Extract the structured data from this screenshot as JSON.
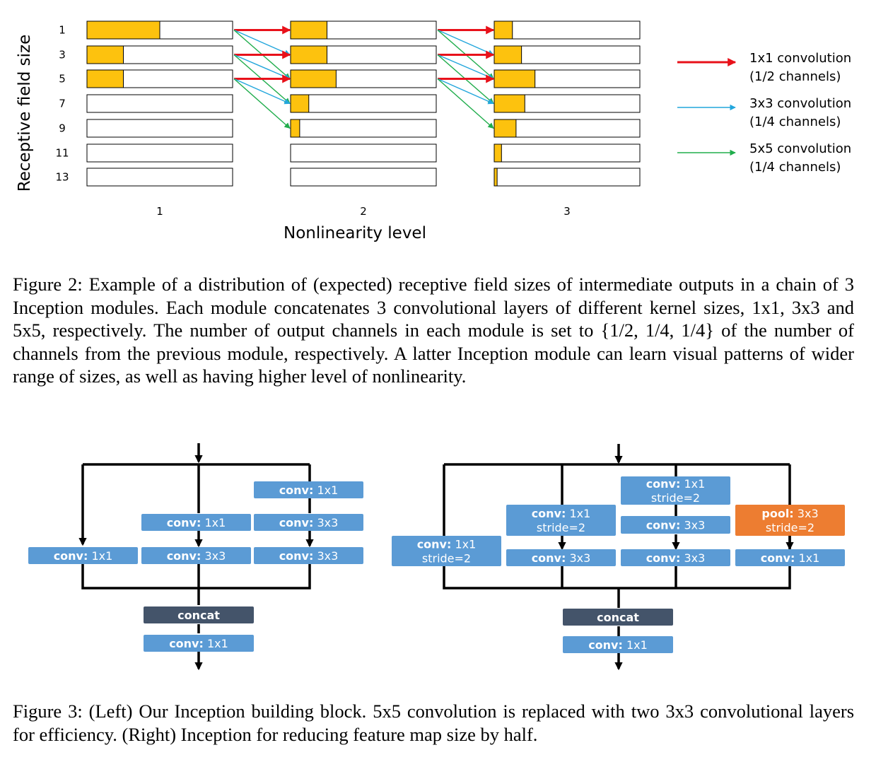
{
  "figure2": {
    "y_axis_label": "Receptive field size",
    "x_axis_label": "Nonlinearity level",
    "row_labels": [
      "1",
      "3",
      "5",
      "7",
      "9",
      "11",
      "13"
    ],
    "column_labels": [
      "1",
      "2",
      "3"
    ],
    "fill_fractions": [
      [
        0.5,
        0.25,
        0.25,
        0,
        0,
        0,
        0
      ],
      [
        0.25,
        0.25,
        0.3125,
        0.125,
        0.0625,
        0,
        0
      ],
      [
        0.125,
        0.1875,
        0.28,
        0.21,
        0.15,
        0.05,
        0.02
      ]
    ],
    "legend": [
      {
        "line1": "1x1 convolution",
        "line2": "(1/2 channels)",
        "color": "#e8111a"
      },
      {
        "line1": "3x3 convolution",
        "line2": "(1/4 channels)",
        "color": "#22a6dc"
      },
      {
        "line1": "5x5 convolution",
        "line2": "(1/4 channels)",
        "color": "#20ad4c"
      }
    ],
    "colors": {
      "fill": "#fdc20e",
      "arrow_1x1": "#e8111a",
      "arrow_3x3": "#22a6dc",
      "arrow_5x5": "#20ad4c"
    },
    "caption_label": "Figure 2:",
    "caption_text": "Example of a distribution of (expected) receptive field sizes of intermediate outputs in a chain of 3 Inception modules. Each module concatenates 3 convolutional layers of different kernel sizes, 1x1, 3x3 and 5x5, respectively. The number of output channels in each module is set to {1/2, 1/4, 1/4} of the number of channels from the previous module, respectively. A latter Inception module can learn visual patterns of wider range of sizes, as well as having higher level of nonlinearity."
  },
  "figure3": {
    "left_block": {
      "boxes": [
        {
          "id": "l-c3-top",
          "bold": "conv:",
          "rest": " 1x1"
        },
        {
          "id": "l-c2-mid",
          "bold": "conv:",
          "rest": " 1x1"
        },
        {
          "id": "l-c3-mid",
          "bold": "conv:",
          "rest": " 3x3"
        },
        {
          "id": "l-c1-bot",
          "bold": "conv:",
          "rest": " 1x1"
        },
        {
          "id": "l-c2-bot",
          "bold": "conv:",
          "rest": " 3x3"
        },
        {
          "id": "l-c3-bot",
          "bold": "conv:",
          "rest": " 3x3"
        },
        {
          "id": "l-concat",
          "bold": "concat",
          "rest": ""
        },
        {
          "id": "l-final",
          "bold": "conv:",
          "rest": " 1x1"
        }
      ]
    },
    "right_block": {
      "boxes": [
        {
          "id": "r-c3-top",
          "bold": "conv:",
          "rest": " 1x1",
          "line2": "stride=2"
        },
        {
          "id": "r-c2-mid",
          "bold": "conv:",
          "rest": " 1x1",
          "line2": "stride=2"
        },
        {
          "id": "r-c3-mid",
          "bold": "conv:",
          "rest": " 3x3",
          "line2": ""
        },
        {
          "id": "r-c4-mid",
          "bold": "pool:",
          "rest": " 3x3",
          "line2": "stride=2"
        },
        {
          "id": "r-c1-bot",
          "bold": "conv:",
          "rest": " 1x1",
          "line2": "stride=2"
        },
        {
          "id": "r-c2-bot",
          "bold": "conv:",
          "rest": " 3x3",
          "line2": ""
        },
        {
          "id": "r-c3-bot",
          "bold": "conv:",
          "rest": " 3x3",
          "line2": ""
        },
        {
          "id": "r-c4-bot",
          "bold": "conv:",
          "rest": " 1x1",
          "line2": ""
        },
        {
          "id": "r-concat",
          "bold": "concat",
          "rest": "",
          "line2": ""
        },
        {
          "id": "r-final",
          "bold": "conv:",
          "rest": " 1x1",
          "line2": ""
        }
      ]
    },
    "colors": {
      "conv_box": "#5b9bd5",
      "pool_box": "#ed7d31",
      "concat_box": "#44546a",
      "box_text": "#ffffff"
    },
    "caption_label": "Figure 3:",
    "caption_text": "(Left) Our Inception building block. 5x5 convolution is replaced with two 3x3 convolutional layers for efficiency. (Right) Inception for reducing feature map size by half."
  }
}
